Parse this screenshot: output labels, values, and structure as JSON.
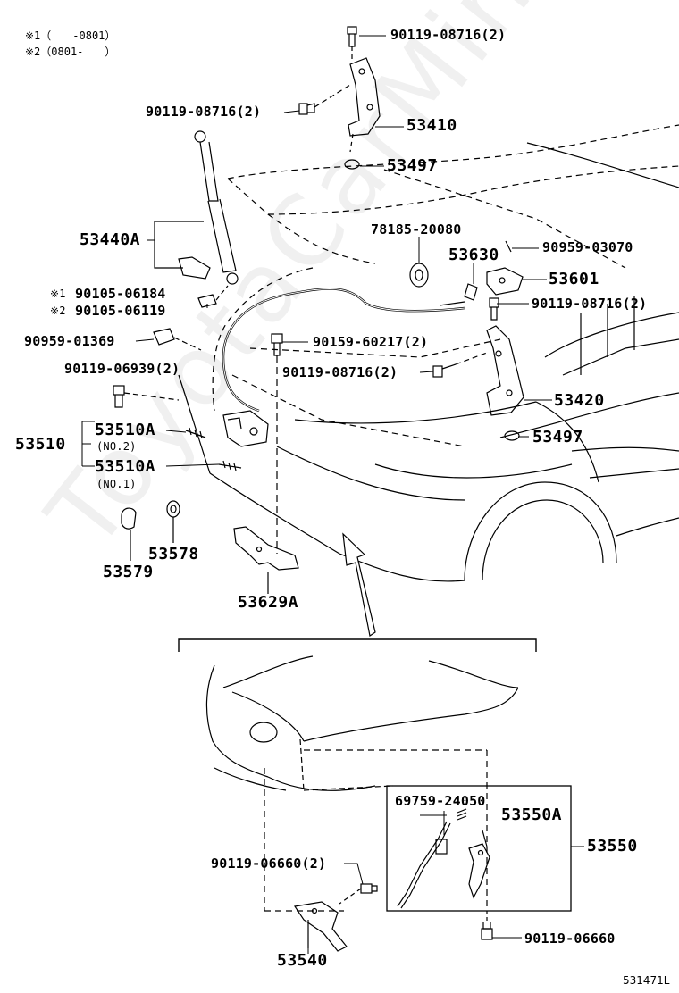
{
  "notes": {
    "note1": "※1（　　-0801）",
    "note2": "※2（0801-　　）"
  },
  "watermark": "ToyotaCarMine.ru",
  "labels": {
    "p90119_08716_top": "90119-08716(2)",
    "p90119_08716_left": "90119-08716(2)",
    "p53410": "53410",
    "p53497_top": "53497",
    "p53440A": "53440A",
    "p78185": "78185-20080",
    "p53630": "53630",
    "p90959_03070": "90959-03070",
    "p53601": "53601",
    "p90119_08716_right": "90119-08716(2)",
    "p90105_06184_mark": "※1",
    "p90105_06184": "90105-06184",
    "p90105_06119_mark": "※2",
    "p90105_06119": "90105-06119",
    "p90959_01369": "90959-01369",
    "p90159_60217": "90159-60217(2)",
    "p90119_06939": "90119-06939(2)",
    "p90119_08716_mid": "90119-08716(2)",
    "p53420": "53420",
    "p53510": "53510",
    "p53510A_1": "53510A",
    "p53510A_1_note": "(NO.2)",
    "p53510A_2": "53510A",
    "p53510A_2_note": "(NO.1)",
    "p53497_mid": "53497",
    "p53579": "53579",
    "p53578": "53578",
    "p53629A": "53629A",
    "p69759": "69759-24050",
    "p53550A": "53550A",
    "p53550": "53550",
    "p90119_06660_2": "90119-06660(2)",
    "p90119_06660": "90119-06660",
    "p53540": "53540"
  },
  "figure_code": "531471L"
}
